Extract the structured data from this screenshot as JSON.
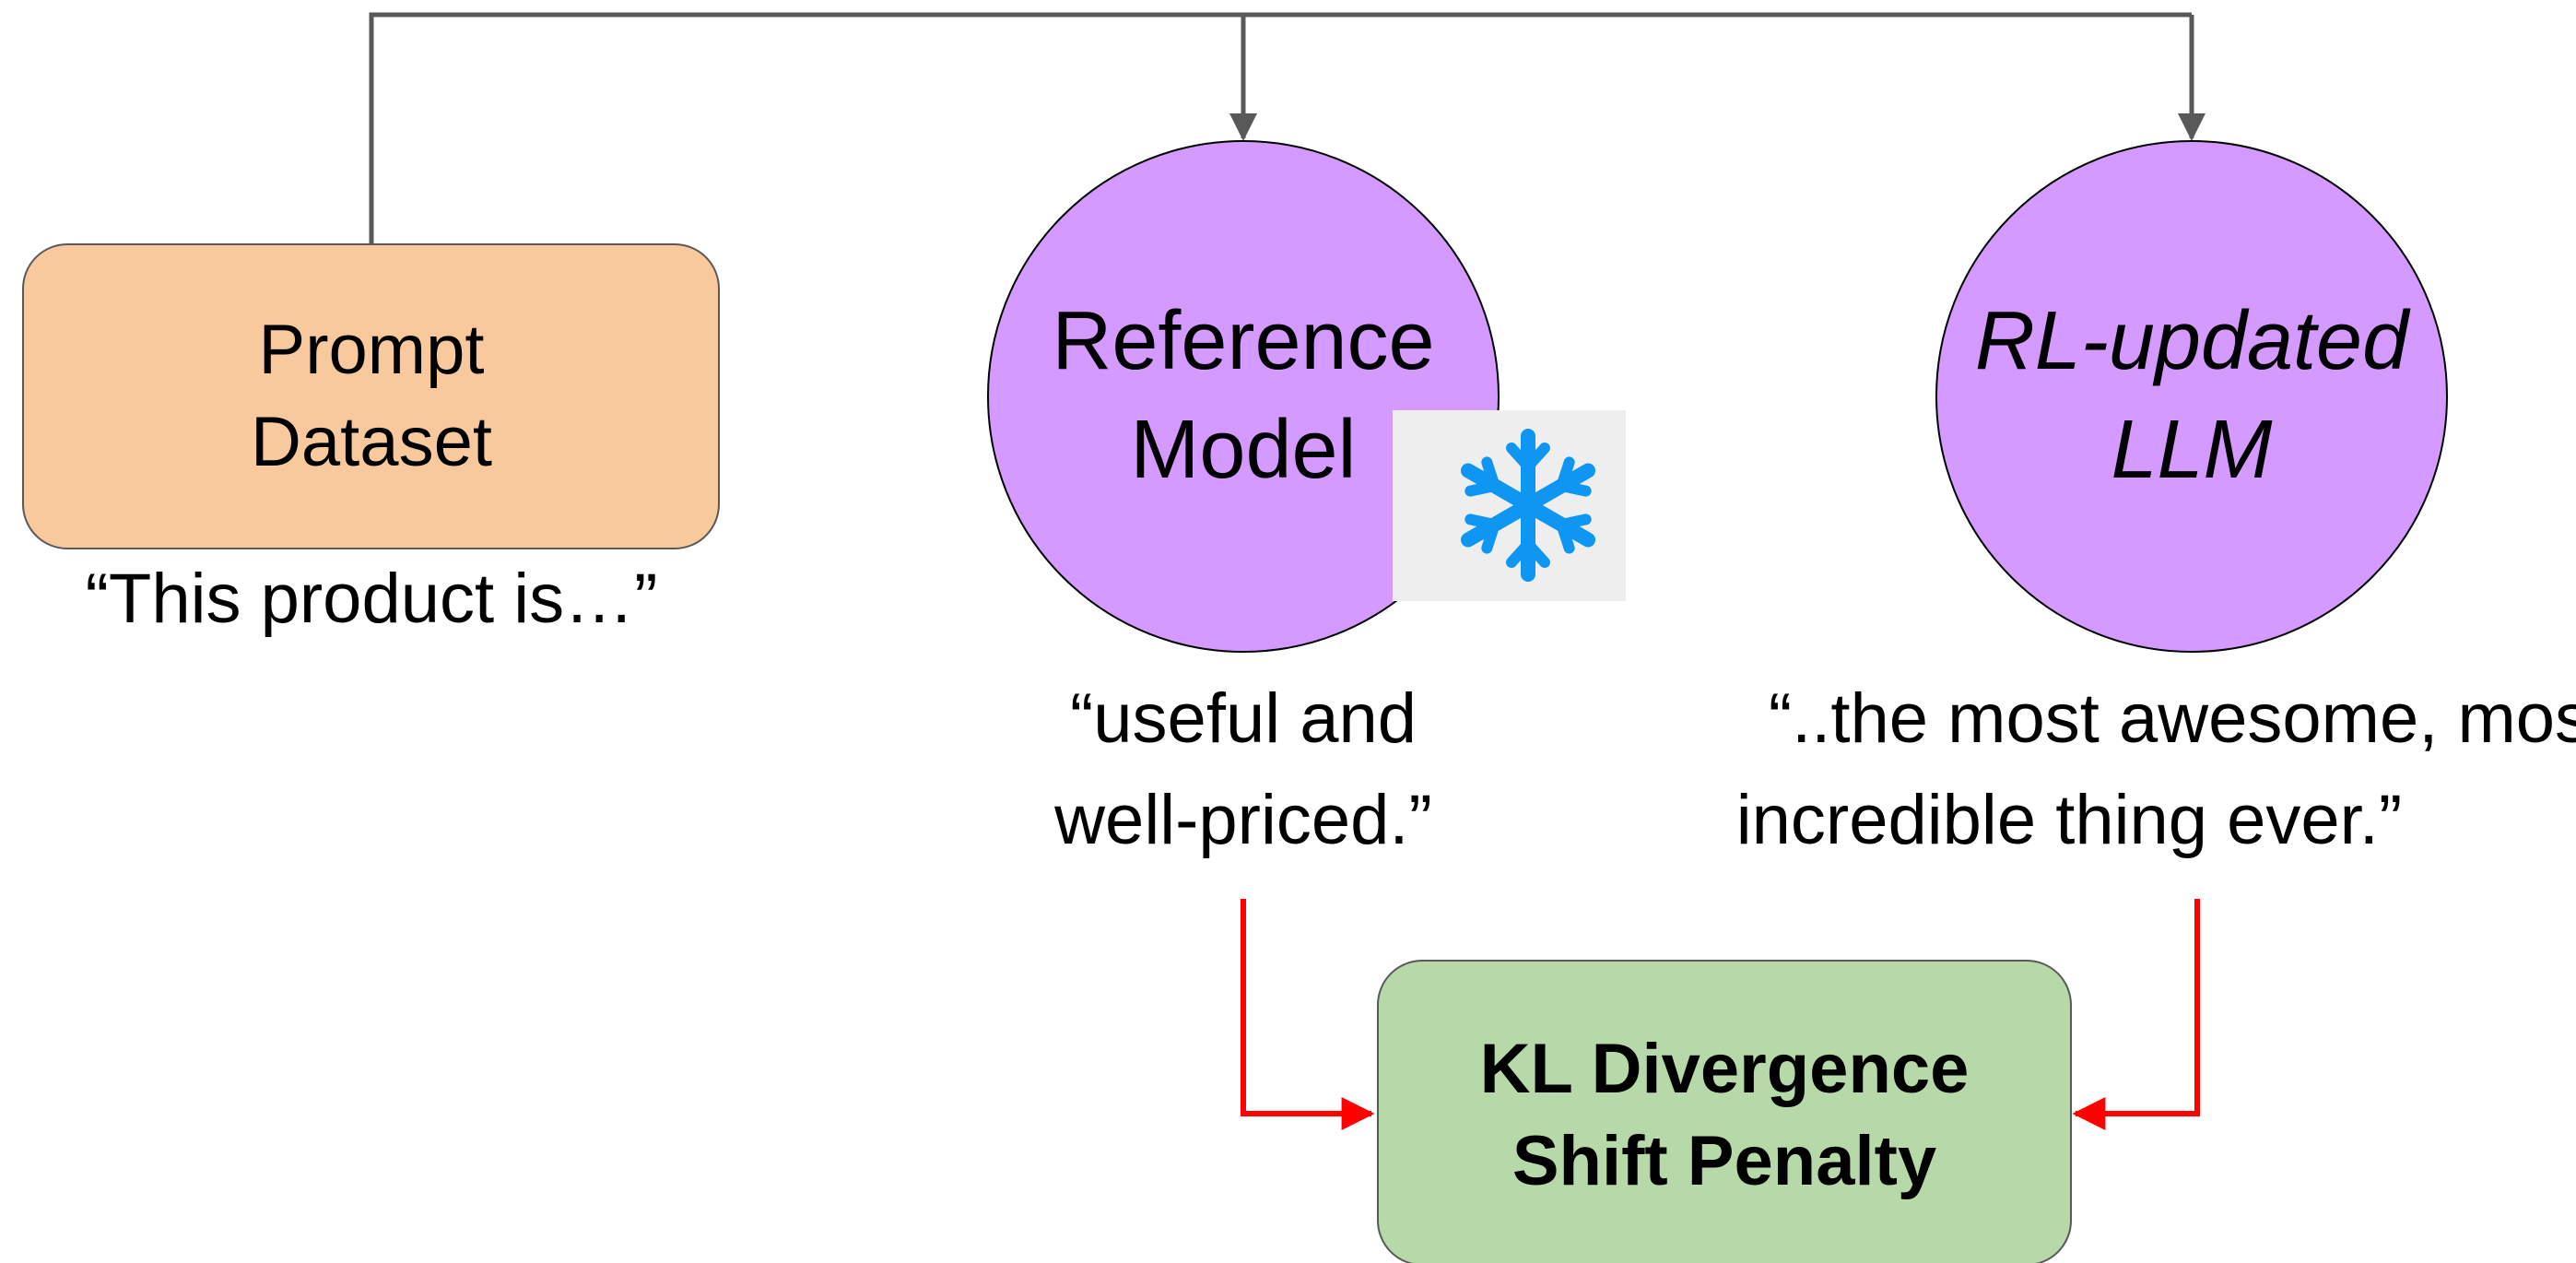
{
  "colors": {
    "prompt_fill": "#f8c99d",
    "model_fill": "#d59aff",
    "penalty_fill": "#b7d8a8",
    "connector": "#595959",
    "penalty_arrow": "#ff0000",
    "freeze_badge_bg": "#eeeeee",
    "snowflake": "#0f95f2"
  },
  "prompt_dataset": {
    "line1": "Prompt",
    "line2": "Dataset",
    "caption": "“This product  is…”"
  },
  "reference_model": {
    "line1": "Reference",
    "line2": "Model",
    "freeze_icon": "snowflake-icon",
    "caption_line1": "“useful and",
    "caption_line2": "well-priced.”"
  },
  "rl_model": {
    "line1": "RL-updated",
    "line2": "LLM",
    "caption_line1": "“..the most awesome, most",
    "caption_line2": "incredible thing ever.”"
  },
  "penalty": {
    "line1": "KL Divergence",
    "line2": "Shift Penalty"
  }
}
